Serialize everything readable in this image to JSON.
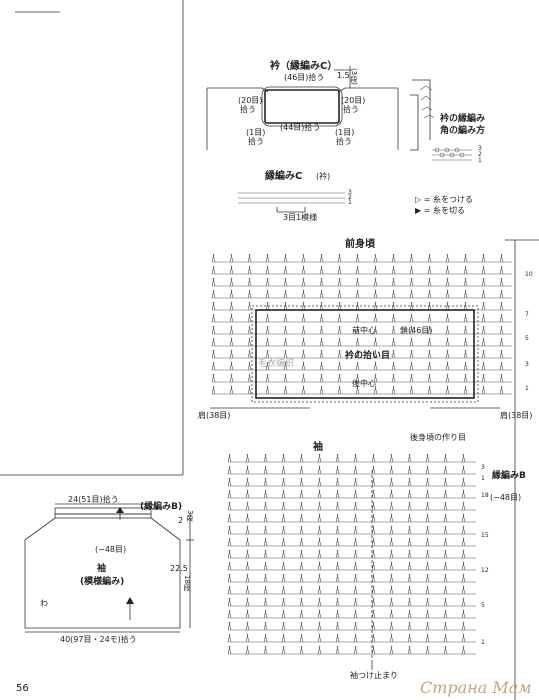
{
  "page": {
    "number": "56"
  },
  "collar": {
    "title": "衿（縁編みC）",
    "top_pickup": "(46目)拾う",
    "rows": "1.5",
    "rows_unit": "(3段)",
    "left_pickup": "(20目)",
    "left_pickup2": "拾う",
    "right_pickup": "(20目)",
    "right_pickup2": "拾う",
    "bottom_pickup": "(44目)拾う",
    "corner_left": "(1目)",
    "corner_left2": "拾う",
    "corner_right": "(1目)",
    "corner_right2": "拾う"
  },
  "corner": {
    "title": "衿の縁編み",
    "title2": "角の編み方",
    "rows": [
      "3",
      "2",
      "1"
    ]
  },
  "edging_c": {
    "title": "縁編みC",
    "title_sub": "(衿)",
    "repeat": "3目1模様",
    "rows": [
      "3",
      "2",
      "1"
    ]
  },
  "legend": {
    "attach": "▷ = 糸をつける",
    "cut": "▶ = 糸を切る"
  },
  "front": {
    "title": "前身頃",
    "center_top": "前中心",
    "stitches": "鎖(46目)",
    "pickup": "衿の拾い目",
    "center_bottom": "後中心",
    "shoulder_left": "肩(38目)",
    "shoulder_right": "肩(38目)",
    "back_start": "後身頃の作り目",
    "row_numbers": [
      "10",
      "7",
      "5",
      "3",
      "1"
    ]
  },
  "sleeve": {
    "title": "袖",
    "edging_label": "縁編みB",
    "count": "(−48目)",
    "row_numbers": [
      "3",
      "1",
      "18",
      "15",
      "12",
      "5",
      "1"
    ],
    "end_label": "袖つけ止まり"
  },
  "schematic": {
    "top_width": "24(51目)拾う",
    "edging_label": "(縁編みB)",
    "edging_h": "2",
    "edging_rows": "3段",
    "count": "(−48目)",
    "name": "袖",
    "pattern": "(模様編み)",
    "height": "22.5",
    "height_rows": "18段",
    "wa": "わ",
    "bottom_width": "40(97目・24モ)拾う"
  },
  "watermark": "Страна Мам",
  "smudge_text": "毛衣编织"
}
